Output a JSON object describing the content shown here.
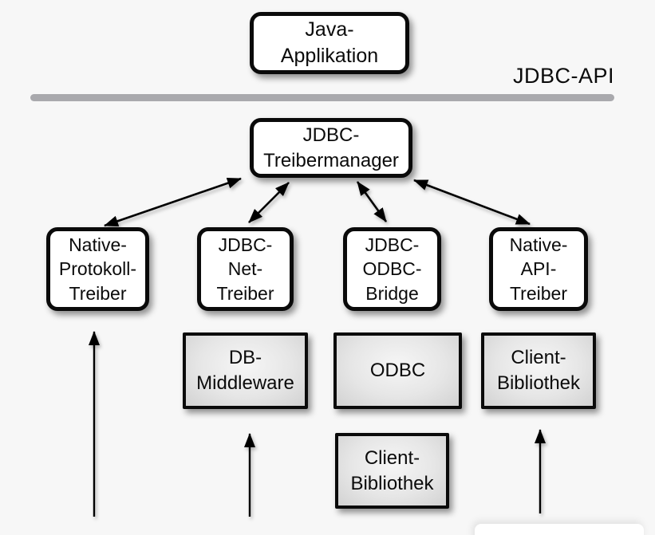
{
  "api_label": "JDBC-API",
  "nodes": {
    "java_app": {
      "label": "Java-\nApplikation"
    },
    "treibermanager": {
      "label": "JDBC-\nTreibermanager"
    },
    "native_protokoll": {
      "label": "Native-\nProtokoll-\nTreiber"
    },
    "jdbc_net": {
      "label": "JDBC-\nNet-\nTreiber"
    },
    "jdbc_odbc": {
      "label": "JDBC-\nODBC-\nBridge"
    },
    "native_api": {
      "label": "Native-\nAPI-\nTreiber"
    },
    "db_middleware": {
      "label": "DB-\nMiddleware"
    },
    "odbc": {
      "label": "ODBC"
    },
    "client_bib_right": {
      "label": "Client-\nBibliothek"
    },
    "client_bib_mid": {
      "label": "Client-\nBibliothek"
    }
  },
  "connections": [
    {
      "from": "treibermanager",
      "to": "native_protokoll",
      "type": "double"
    },
    {
      "from": "treibermanager",
      "to": "jdbc_net",
      "type": "double"
    },
    {
      "from": "treibermanager",
      "to": "jdbc_odbc",
      "type": "double"
    },
    {
      "from": "treibermanager",
      "to": "native_api",
      "type": "double"
    },
    {
      "from": "bottom-edge",
      "to": "native_protokoll",
      "type": "up"
    },
    {
      "from": "bottom-edge",
      "to": "db_middleware",
      "type": "up"
    },
    {
      "from": "bottom-edge",
      "to": "client_bib_right",
      "type": "up"
    }
  ],
  "colors": {
    "background": "#f7f7f7",
    "box_border": "#0a0a0a",
    "box_fill_white": "#ffffff",
    "box_fill_gray": "#e0e0e0",
    "divider": "#a9a9ad",
    "arrow": "#000000"
  }
}
